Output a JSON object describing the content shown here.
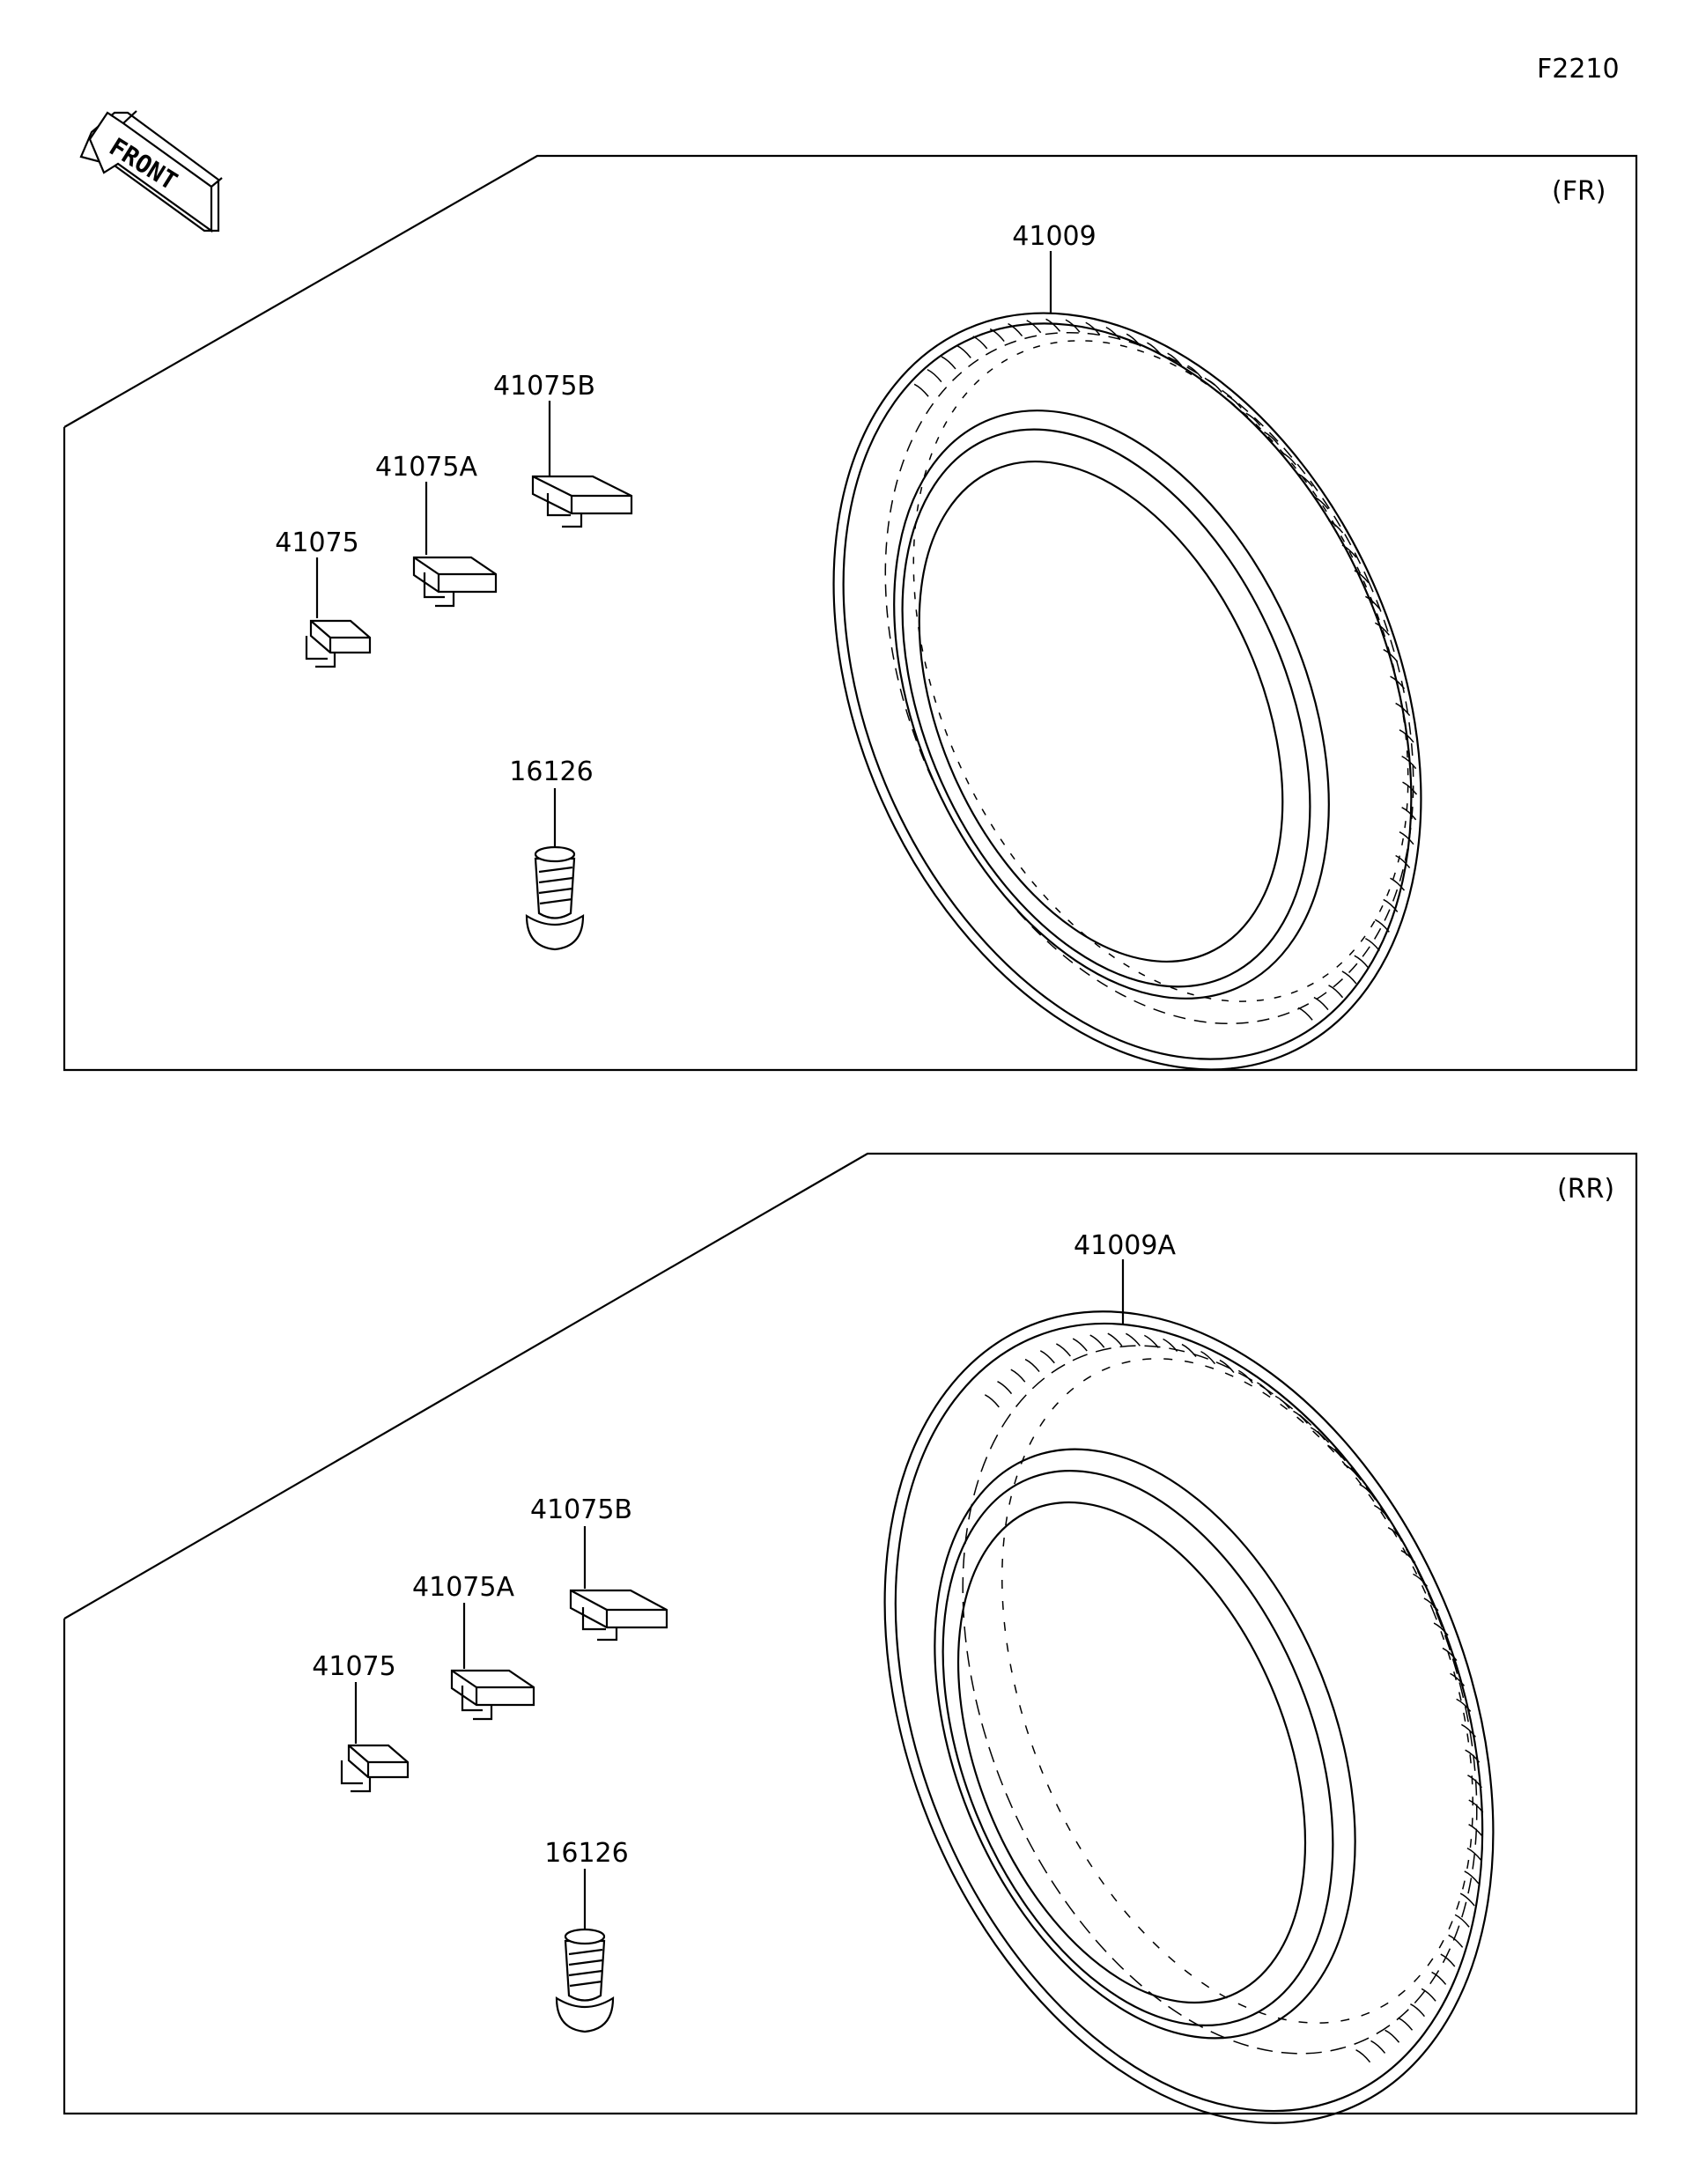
{
  "figure_code": "F2210",
  "front_label": "FRONT",
  "panels": [
    {
      "position_label": "(FR)",
      "parts": {
        "tire": "41009",
        "weight_b": "41075B",
        "weight_a": "41075A",
        "weight": "41075",
        "valve": "16126"
      }
    },
    {
      "position_label": "(RR)",
      "parts": {
        "tire": "41009A",
        "weight_b": "41075B",
        "weight_a": "41075A",
        "weight": "41075",
        "valve": "16126"
      }
    }
  ]
}
